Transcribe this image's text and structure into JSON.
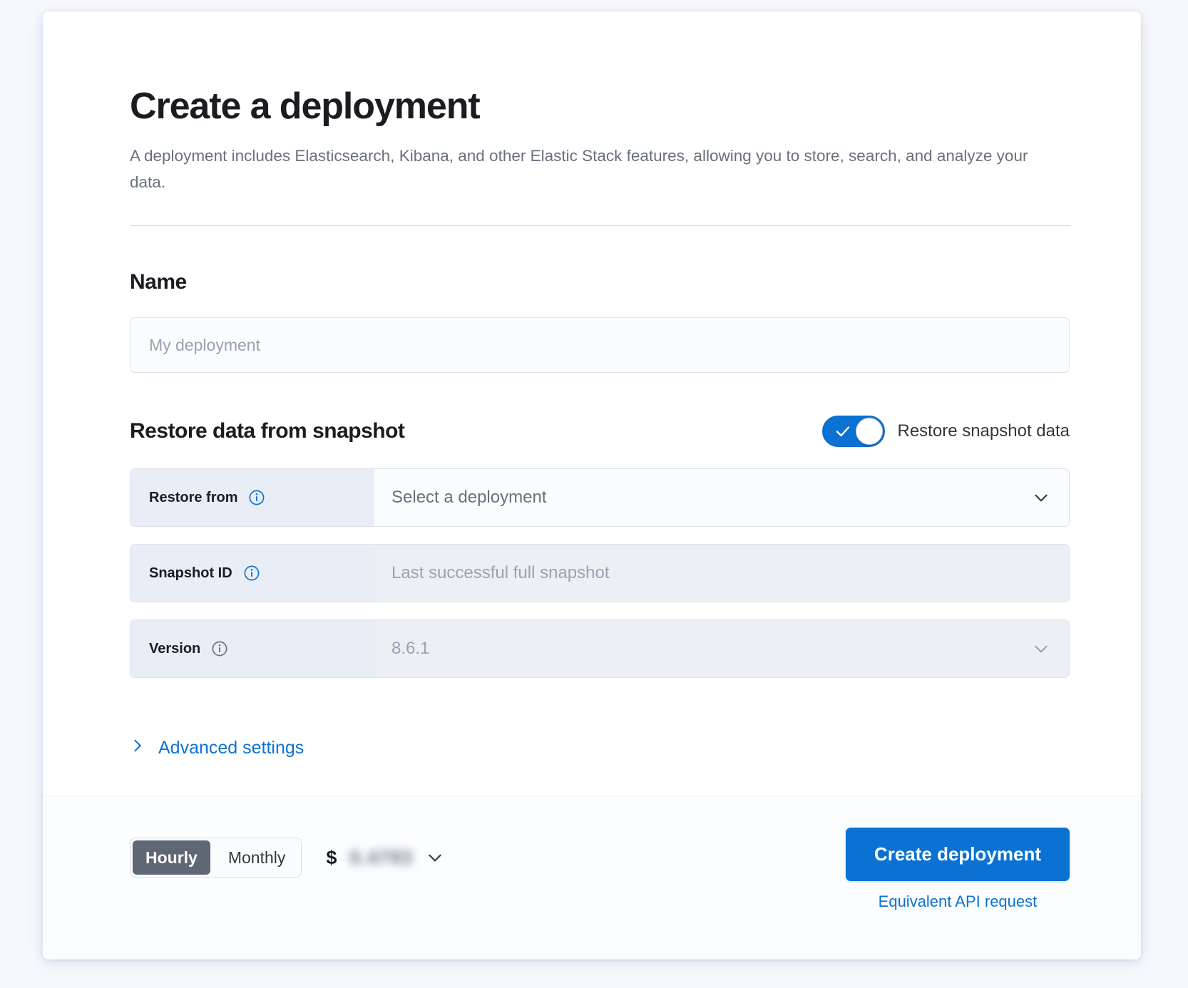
{
  "header": {
    "title": "Create a deployment",
    "subtitle": "A deployment includes Elasticsearch, Kibana, and other Elastic Stack features, allowing you to store, search, and analyze your data."
  },
  "name_section": {
    "title": "Name",
    "input_value": "",
    "input_placeholder": "My deployment"
  },
  "restore_section": {
    "title": "Restore data from snapshot",
    "toggle_label": "Restore snapshot data",
    "toggle_on": true,
    "rows": [
      {
        "label": "Restore from",
        "value": "Select a deployment",
        "is_placeholder": true,
        "disabled": false,
        "has_caret": true,
        "info_icon": "info-icon"
      },
      {
        "label": "Snapshot ID",
        "value": "Last successful full snapshot",
        "is_placeholder": true,
        "disabled": true,
        "has_caret": false,
        "info_icon": "info-icon"
      },
      {
        "label": "Version",
        "value": "8.6.1",
        "is_placeholder": false,
        "disabled": true,
        "has_caret": true,
        "info_icon": "info-icon"
      }
    ]
  },
  "advanced": {
    "label": "Advanced settings",
    "icon": "chevron-right-icon",
    "expanded": false
  },
  "footer": {
    "billing_options": [
      {
        "label": "Hourly",
        "selected": true
      },
      {
        "label": "Monthly",
        "selected": false
      }
    ],
    "price_currency": "$",
    "price_amount": "0.4793",
    "price_redacted": true,
    "price_caret": "chevron-down-icon",
    "create_button": "Create deployment",
    "api_link": "Equivalent API request"
  },
  "colors": {
    "accent": "#0b72d4",
    "text_primary": "#1a1c21",
    "text_muted": "#69707d",
    "segment_active_bg": "#5f6674",
    "row_label_bg": "#e9edf5"
  }
}
